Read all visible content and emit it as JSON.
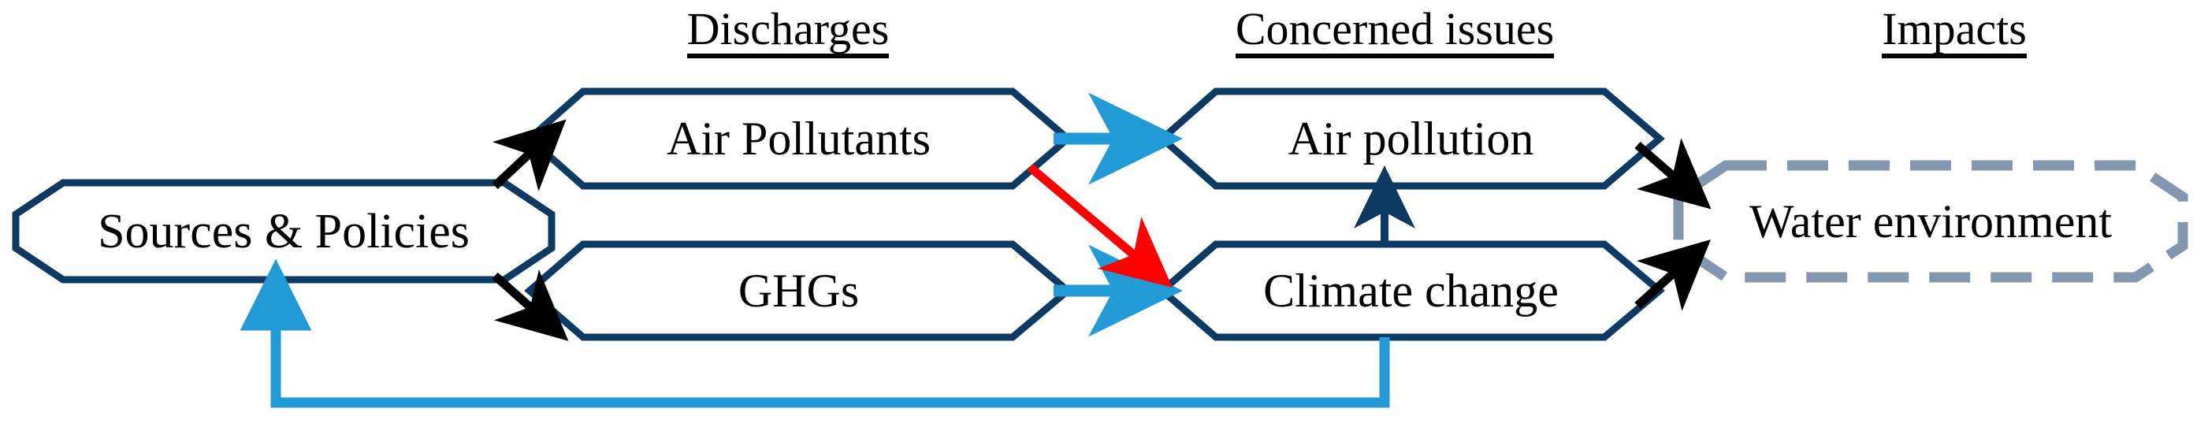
{
  "diagram": {
    "title": "Sources, discharges, concerned issues and impacts flow diagram",
    "background": "#ffffff",
    "colors": {
      "node_outline_navy": "#0c3a62",
      "arrow_black": "#000000",
      "arrow_light_blue": "#229ad6",
      "arrow_red": "#fe0000",
      "arrow_navy": "#0c3a62",
      "impact_box_gray_blue": "#8497b0",
      "text_black": "#000000"
    }
  },
  "column_headers": [
    {
      "id": "discharges",
      "label": "Discharges"
    },
    {
      "id": "concerned_issues",
      "label": "Concerned issues"
    },
    {
      "id": "impacts",
      "label": "Impacts"
    }
  ],
  "nodes": {
    "sources": {
      "label": "Sources & Policies",
      "shape": "octagon",
      "outline": "#0c3a62"
    },
    "air_pollutants": {
      "label": "Air Pollutants",
      "shape": "hexagon",
      "outline": "#0c3a62"
    },
    "ghgs": {
      "label": "GHGs",
      "shape": "hexagon",
      "outline": "#0c3a62"
    },
    "air_pollution": {
      "label": "Air pollution",
      "shape": "hexagon",
      "outline": "#0c3a62"
    },
    "climate_change": {
      "label": "Climate change",
      "shape": "hexagon",
      "outline": "#0c3a62"
    },
    "water_environment": {
      "label": "Water environment",
      "shape": "dashed-octagon",
      "outline": "#8497b0"
    }
  },
  "edges": [
    {
      "id": "sources-to-air-pollutants",
      "from": "sources",
      "to": "air_pollutants",
      "color": "#000000",
      "style": "solid"
    },
    {
      "id": "sources-to-ghgs",
      "from": "sources",
      "to": "ghgs",
      "color": "#000000",
      "style": "solid"
    },
    {
      "id": "air-pollutants-to-air-pollution",
      "from": "air_pollutants",
      "to": "air_pollution",
      "color": "#229ad6",
      "style": "solid"
    },
    {
      "id": "ghgs-to-climate-change",
      "from": "ghgs",
      "to": "climate_change",
      "color": "#229ad6",
      "style": "solid"
    },
    {
      "id": "air-pollutants-to-climate-change",
      "from": "air_pollutants",
      "to": "climate_change",
      "color": "#fe0000",
      "style": "solid"
    },
    {
      "id": "climate-change-to-air-pollution",
      "from": "climate_change",
      "to": "air_pollution",
      "color": "#0c3a62",
      "style": "solid"
    },
    {
      "id": "air-pollution-to-water-environment",
      "from": "air_pollution",
      "to": "water_environment",
      "color": "#000000",
      "style": "solid"
    },
    {
      "id": "climate-change-to-water-environment",
      "from": "climate_change",
      "to": "water_environment",
      "color": "#000000",
      "style": "solid"
    },
    {
      "id": "climate-change-feedback-to-sources",
      "from": "climate_change",
      "to": "sources",
      "color": "#229ad6",
      "style": "feedback-loop"
    }
  ]
}
